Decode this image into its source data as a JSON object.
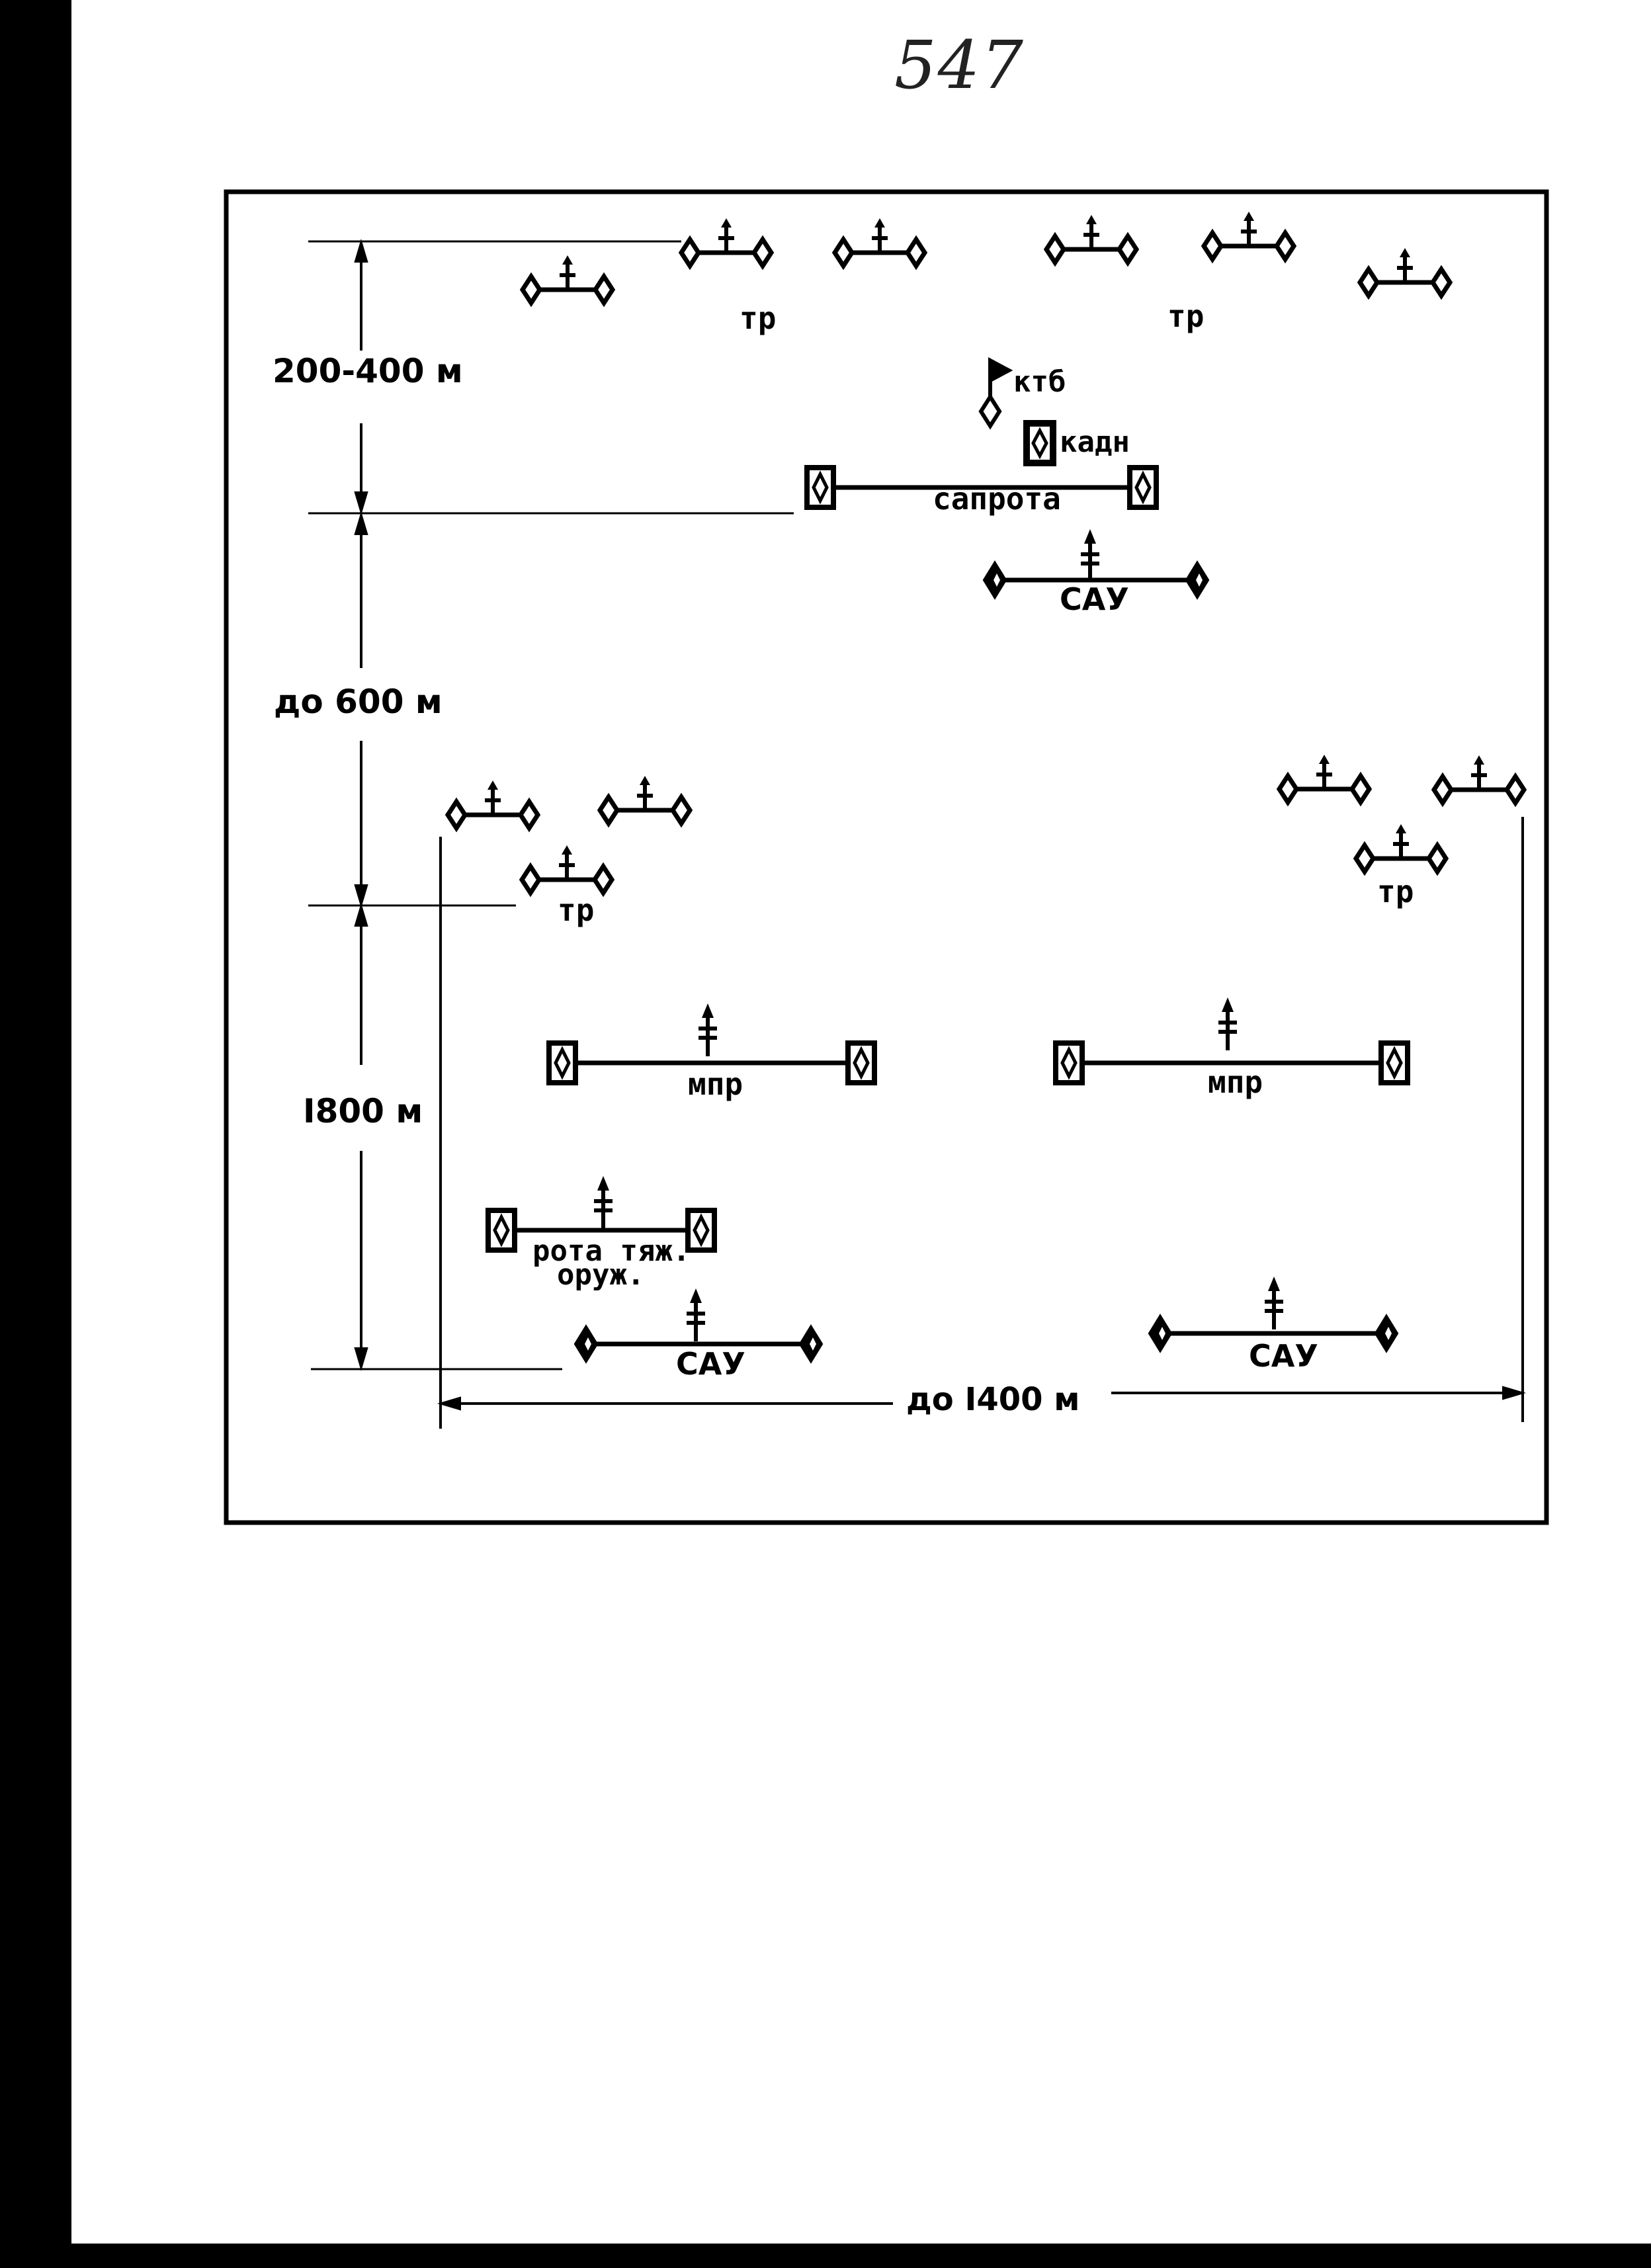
{
  "page_number": "547",
  "dimensions": {
    "depth_first": "200-400 м",
    "depth_second": "до 600 м",
    "depth_third": "I800 м",
    "frontage": "до I400 м"
  },
  "labels": {
    "tr": "тр",
    "ktb": "ктб",
    "kadn": "кадн",
    "saprota": "сапрота",
    "sau": "САУ",
    "mpr": "мпр",
    "rota_line1": "рота тяж.",
    "rota_line2": "оруж."
  }
}
